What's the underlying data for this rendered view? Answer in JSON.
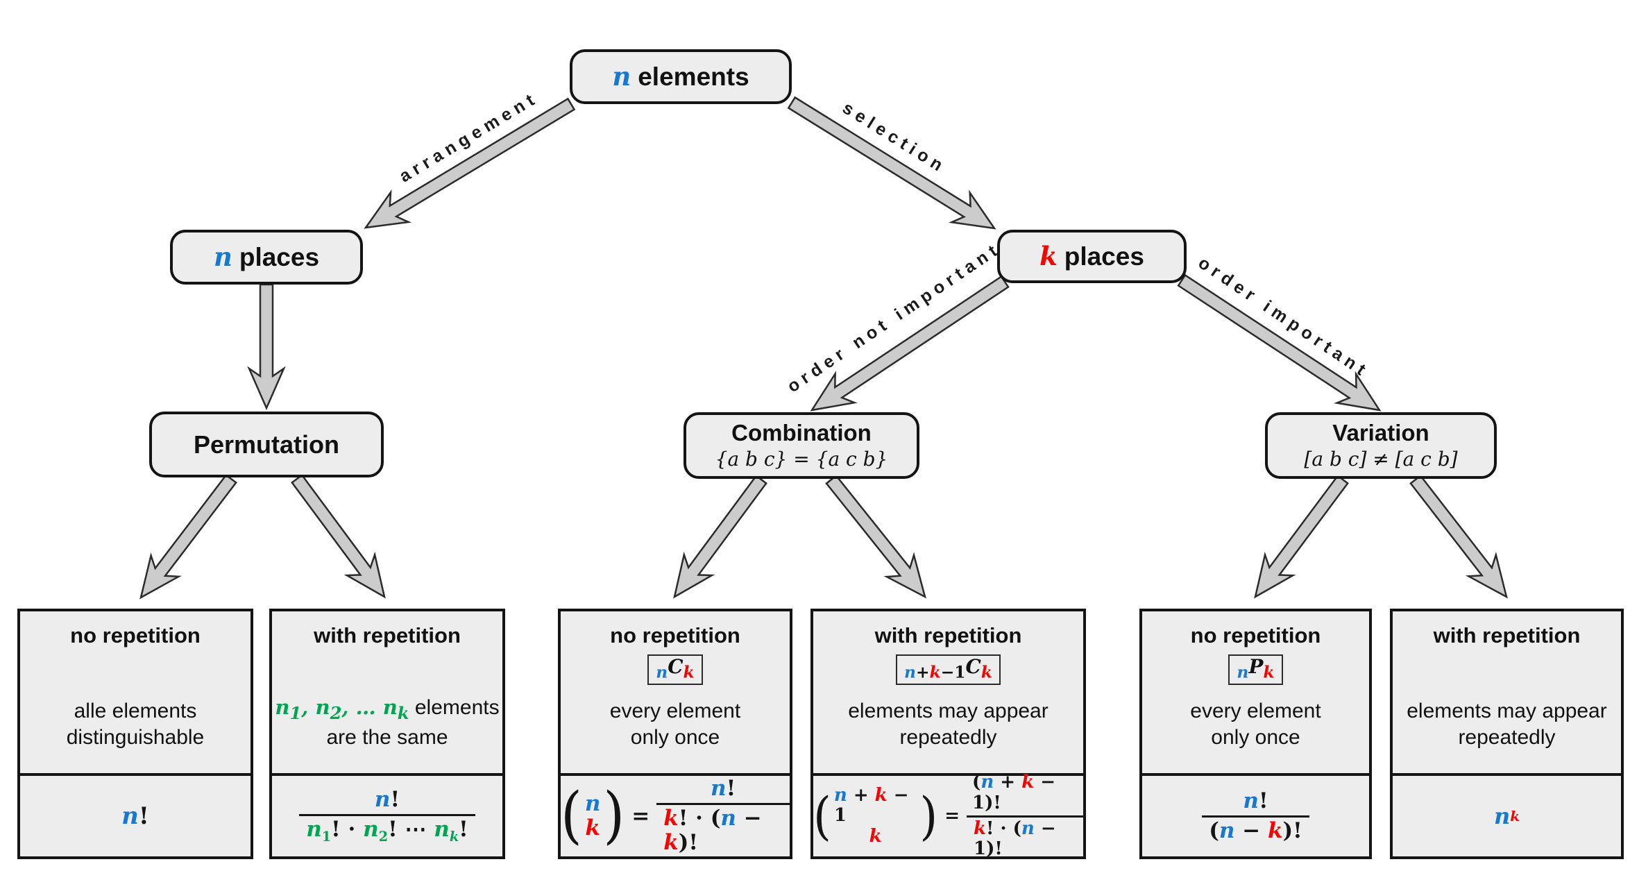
{
  "colors": {
    "blue": "#1778d2",
    "red": "#f80300",
    "green": "#00a551",
    "box_fill": "#ededed",
    "box_border": "#141414",
    "arrow_fill": "#cccccc",
    "arrow_stroke": "#2b2b2b",
    "background": "#ffffff"
  },
  "nodes": {
    "root": {
      "math": [
        {
          "t": "n",
          "c": "blue",
          "v": true
        }
      ],
      "label": "elements"
    },
    "n_places": {
      "math": [
        {
          "t": "n",
          "c": "blue",
          "v": true
        }
      ],
      "label": "places"
    },
    "k_places": {
      "math": [
        {
          "t": "k",
          "c": "red",
          "v": true
        }
      ],
      "label": "places"
    },
    "permutation": {
      "title": "Permutation"
    },
    "combination": {
      "title": "Combination",
      "example": "{a b c} = {a c b}"
    },
    "variation": {
      "title": "Variation",
      "example": "[a b c] ≠ [a c b]"
    }
  },
  "edges": {
    "arrangement": "arrangement",
    "selection": "selection",
    "order_not_important": "order not important",
    "order_important": "order important"
  },
  "cards": [
    {
      "title": "no repetition",
      "desc": [
        "alle elements",
        "distinguishable"
      ],
      "formula": [
        {
          "t": "n",
          "c": "blue",
          "v": true
        },
        {
          "t": "!"
        }
      ]
    },
    {
      "title": "with repetition",
      "desc_math": [
        {
          "t": "n",
          "c": "green",
          "v": true
        },
        {
          "t": "1",
          "c": "green",
          "s": "sub"
        },
        {
          "t": ", ",
          "c": "green"
        },
        {
          "t": "n",
          "c": "green",
          "v": true
        },
        {
          "t": "2",
          "c": "green",
          "s": "sub"
        },
        {
          "t": ", … ",
          "c": "green"
        },
        {
          "t": "n",
          "c": "green",
          "v": true
        },
        {
          "t": "k",
          "c": "green",
          "s": "sub",
          "v": true
        }
      ],
      "desc_tail": " elements",
      "desc2": "are the same",
      "num": [
        {
          "t": "n",
          "c": "blue",
          "v": true
        },
        {
          "t": "!"
        }
      ],
      "den": [
        {
          "t": "n",
          "c": "green",
          "v": true
        },
        {
          "t": "1",
          "c": "green",
          "s": "sub"
        },
        {
          "t": "! · "
        },
        {
          "t": "n",
          "c": "green",
          "v": true
        },
        {
          "t": "2",
          "c": "green",
          "s": "sub"
        },
        {
          "t": "! ⋯ "
        },
        {
          "t": "n",
          "c": "green",
          "v": true
        },
        {
          "t": "k",
          "c": "green",
          "s": "sub",
          "v": true
        },
        {
          "t": "!"
        }
      ]
    },
    {
      "title": "no repetition",
      "badge": [
        {
          "t": "n",
          "c": "blue",
          "s": "sub",
          "v": true
        },
        {
          "t": "C",
          "v": true
        },
        {
          "t": "k",
          "c": "red",
          "s": "sub",
          "v": true
        }
      ],
      "desc": [
        "every element",
        "only once"
      ],
      "binom_top": [
        {
          "t": "n",
          "c": "blue",
          "v": true
        }
      ],
      "binom_bot": [
        {
          "t": "k",
          "c": "red",
          "v": true
        }
      ],
      "eq": "=",
      "num": [
        {
          "t": "n",
          "c": "blue",
          "v": true
        },
        {
          "t": "!"
        }
      ],
      "den": [
        {
          "t": "k",
          "c": "red",
          "v": true
        },
        {
          "t": "! · ("
        },
        {
          "t": "n",
          "c": "blue",
          "v": true
        },
        {
          "t": " − "
        },
        {
          "t": "k",
          "c": "red",
          "v": true
        },
        {
          "t": ")!"
        }
      ]
    },
    {
      "title": "with repetition",
      "badge": [
        {
          "t": "n",
          "c": "blue",
          "s": "sub",
          "v": true
        },
        {
          "t": "+",
          "s": "sub"
        },
        {
          "t": "k",
          "c": "red",
          "s": "sub",
          "v": true
        },
        {
          "t": "−1",
          "s": "sub"
        },
        {
          "t": "C",
          "v": true
        },
        {
          "t": "k",
          "c": "red",
          "s": "sub",
          "v": true
        }
      ],
      "desc": [
        "elements may appear",
        "repeatedly"
      ],
      "binom_top": [
        {
          "t": "n",
          "c": "blue",
          "v": true
        },
        {
          "t": " + "
        },
        {
          "t": "k",
          "c": "red",
          "v": true
        },
        {
          "t": " − 1"
        }
      ],
      "binom_bot": [
        {
          "t": "k",
          "c": "red",
          "v": true
        }
      ],
      "eq": "=",
      "num": [
        {
          "t": "("
        },
        {
          "t": "n",
          "c": "blue",
          "v": true
        },
        {
          "t": " + "
        },
        {
          "t": "k",
          "c": "red",
          "v": true
        },
        {
          "t": " − 1)!"
        }
      ],
      "den": [
        {
          "t": "k",
          "c": "red",
          "v": true
        },
        {
          "t": "! · ("
        },
        {
          "t": "n",
          "c": "blue",
          "v": true
        },
        {
          "t": " − 1)!"
        }
      ]
    },
    {
      "title": "no repetition",
      "badge": [
        {
          "t": "n",
          "c": "blue",
          "s": "sub",
          "v": true
        },
        {
          "t": "P",
          "v": true
        },
        {
          "t": "k",
          "c": "red",
          "s": "sub",
          "v": true
        }
      ],
      "desc": [
        "every element",
        "only once"
      ],
      "num": [
        {
          "t": "n",
          "c": "blue",
          "v": true
        },
        {
          "t": "!"
        }
      ],
      "den": [
        {
          "t": "("
        },
        {
          "t": "n",
          "c": "blue",
          "v": true
        },
        {
          "t": " − "
        },
        {
          "t": "k",
          "c": "red",
          "v": true
        },
        {
          "t": ")!"
        }
      ]
    },
    {
      "title": "with repetition",
      "desc": [
        "elements may appear",
        "repeatedly"
      ],
      "formula": [
        {
          "t": "n",
          "c": "blue",
          "v": true
        },
        {
          "t": "k",
          "c": "red",
          "s": "sup",
          "v": true
        }
      ]
    }
  ]
}
